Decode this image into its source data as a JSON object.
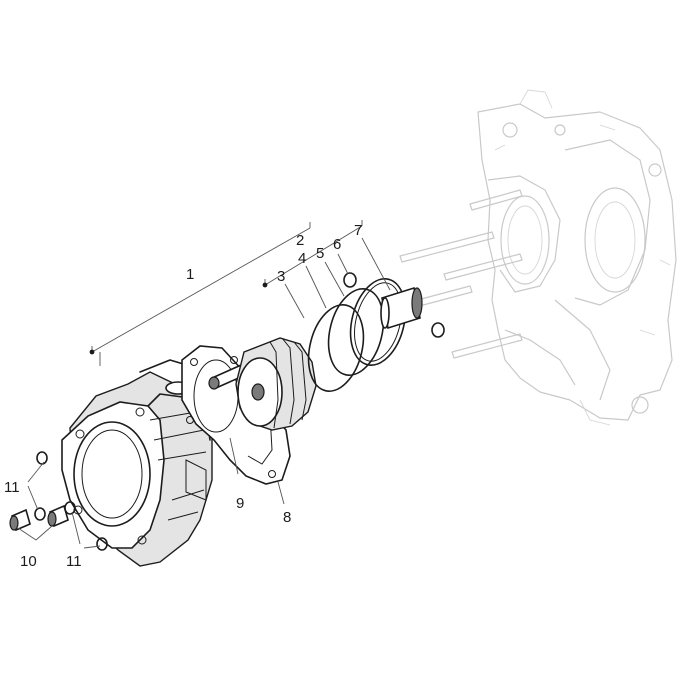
{
  "callouts": {
    "c1": "1",
    "c2": "2",
    "c3": "3",
    "c4": "4",
    "c5": "5",
    "c6": "6",
    "c7": "7",
    "c8": "8",
    "c9": "9",
    "c10": "10",
    "c11a": "11",
    "c11b": "11"
  },
  "colors": {
    "line": "#1c1c1c",
    "ghost_line": "#c9c9c9",
    "background": "#ffffff"
  }
}
